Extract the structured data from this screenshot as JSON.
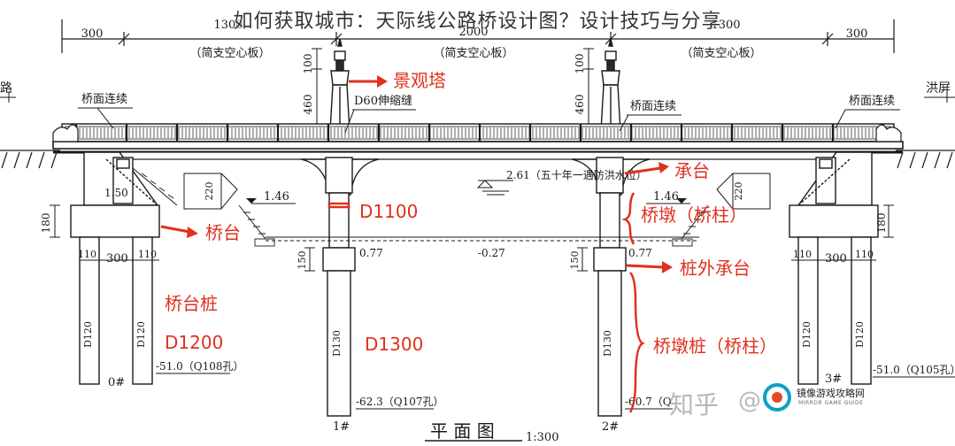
{
  "title": "如何获取城市：天际线公路桥设计图？设计技巧与分享",
  "dimensions": {
    "left_span": "300",
    "left_mid": "1300",
    "center_span": "2000",
    "right_mid": "1300",
    "right_span": "300",
    "tower_h1": "100",
    "tower_h2": "460",
    "beam_h": "220",
    "abut_h": "180",
    "cap_h": "150",
    "pile_w1": "110",
    "pile_w2": "300",
    "pile_w3": "110"
  },
  "labels": {
    "simple_slab": "（简支空心板）",
    "deck_continuous": "桥面连续",
    "expansion_joint": "D60伸缩缝",
    "left_road": "路",
    "right_flood": "洪屏",
    "elev_146": "1.46",
    "elev_077": "0.77",
    "elev_027": "-0.27",
    "flood_level": "2.61（五十年一遇防洪水位）",
    "slope_150": "1.50",
    "pile_d120": "D120",
    "pile_d130": "D130",
    "pile0_bottom": "-51.0（Q108孔）",
    "pile1_bottom": "-62.3（Q107孔）",
    "pile2_bottom": "-60.7（Q",
    "pile3_bottom": "-51.0（Q105孔）",
    "pier0": "0#",
    "pier1": "1#",
    "pier2": "2#",
    "pier3": "3#",
    "plan_title": "平 面 图",
    "scale": "1:300"
  },
  "annotations": {
    "tower": "景观塔",
    "cap": "承台",
    "pier_col": "桥墩（桥柱）",
    "abutment": "桥台",
    "d1100": "D1100",
    "outer_cap": "桩外承台",
    "abut_pile": "桥台桩",
    "d1200": "D1200",
    "d1300": "D1300",
    "pier_pile": "桥墩桩（桥柱）"
  },
  "watermark": {
    "zhihu": "知乎",
    "at": "@",
    "site": "镜像游戏攻略网",
    "site_en": "MIRROR GAME GUIDE"
  },
  "colors": {
    "line": "#1a1a1a",
    "annotation": "#e0301e",
    "title": "#333333"
  }
}
